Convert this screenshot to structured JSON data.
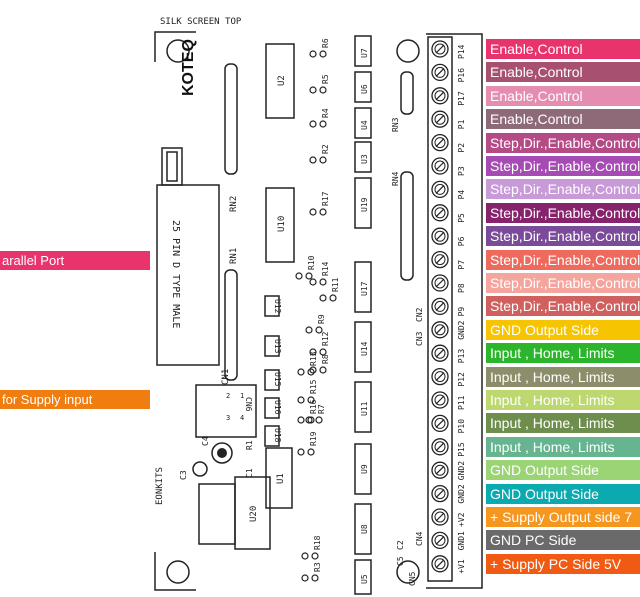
{
  "header": "SILK SCREEN TOP",
  "brand": "KOTEQ",
  "maker": "EONKITS",
  "connector_label": "25 PIN D TYPE MALE",
  "parts": {
    "u2": "U2",
    "u7": "U7",
    "u6": "U6",
    "u4": "U4",
    "u3": "U3",
    "u19": "U19",
    "u17": "U17",
    "u14": "U14",
    "u11": "U11",
    "u9": "U9",
    "u8": "U8",
    "u5": "U5",
    "u10": "U10",
    "u1": "U1",
    "u20": "U20",
    "u12": "U12",
    "u13": "U13",
    "u15": "U15",
    "u16": "U16",
    "u18": "U18",
    "r6": "R6",
    "r5": "R5",
    "r4": "R4",
    "r2": "R2",
    "r17": "R17",
    "r14": "R14",
    "r12": "R12",
    "r13": "R13",
    "r15": "R15",
    "r16": "R16",
    "r19": "R19",
    "r10": "R10",
    "r11": "R11",
    "r9": "R9",
    "r8": "R8",
    "r7": "R7",
    "r1": "R1",
    "r18": "R18",
    "r3": "R3",
    "rn1": "RN1",
    "rn2": "RN2",
    "rn3": "RN3",
    "rn4": "RN4",
    "cn1": "CN1",
    "cn2": "CN2",
    "cn3": "CN3",
    "cn4": "CN4",
    "cn5": "CN5",
    "cn6": "CN6",
    "c1": "C1",
    "c2": "C2",
    "c3": "C3",
    "c4": "C4",
    "c5": "C5"
  },
  "cn6_pins": [
    "2",
    "1",
    "3",
    "4"
  ],
  "pin_labels": [
    "P14",
    "P16",
    "P17",
    "P1",
    "P2",
    "P3",
    "P4",
    "P5",
    "P6",
    "P7",
    "P8",
    "P9",
    "GND2",
    "P13",
    "P12",
    "P11",
    "P10",
    "P15",
    "GND2",
    "GND2",
    "+V2",
    "GND1",
    "+V1"
  ],
  "pin_groups": [
    {
      "labels": [
        "P14"
      ],
      "row": 0
    },
    {
      "labels": [
        "P16"
      ],
      "row": 1
    },
    {
      "labels": [
        "P17"
      ],
      "row": 2
    },
    {
      "labels": [
        "P1"
      ],
      "row": 3
    },
    {
      "labels": [
        "P2"
      ],
      "row": 4
    },
    {
      "labels": [
        "P3"
      ],
      "row": 5
    },
    {
      "labels": [
        "P4"
      ],
      "row": 6
    },
    {
      "labels": [
        "P5"
      ],
      "row": 7
    },
    {
      "labels": [
        "P6"
      ],
      "row": 8
    },
    {
      "labels": [
        "P7"
      ],
      "row": 9
    },
    {
      "labels": [
        "P8"
      ],
      "row": 10
    },
    {
      "labels": [
        "P9"
      ],
      "row": 11
    },
    {
      "labels": [
        "GND2"
      ],
      "row": 12
    },
    {
      "labels": [
        "P13"
      ],
      "row": 13
    },
    {
      "labels": [
        "P12"
      ],
      "row": 14
    },
    {
      "labels": [
        "P11"
      ],
      "row": 15
    },
    {
      "labels": [
        "P10"
      ],
      "row": 16
    },
    {
      "labels": [
        "P15"
      ],
      "row": 17
    },
    {
      "labels": [
        "GND2"
      ],
      "row": 18
    },
    {
      "labels": [
        "GND2",
        "+V2"
      ],
      "row": 19
    },
    {
      "labels": [
        "GND1"
      ],
      "row": 20
    },
    {
      "labels": [
        "+V1"
      ],
      "row": 21
    }
  ],
  "side_labels": [
    {
      "text": "arallel Port",
      "color": "#e8336d"
    },
    {
      "text": "for Supply input",
      "color": "#f07d10"
    }
  ],
  "terminal_labels": [
    {
      "text": "Enable,Control",
      "bg": "#e8336d",
      "fg": "#ffffff"
    },
    {
      "text": "Enable,Control",
      "bg": "#a8506f",
      "fg": "#ffffff"
    },
    {
      "text": "Enable,Control",
      "bg": "#e58db0",
      "fg": "#ffffff"
    },
    {
      "text": "Enable,Control",
      "bg": "#8e6a78",
      "fg": "#ffffff"
    },
    {
      "text": "Step,Dir.,Enable,Control",
      "bg": "#b54b86",
      "fg": "#ffffff"
    },
    {
      "text": "Step,Dir.,Enable,Control",
      "bg": "#a64bb4",
      "fg": "#ffffff"
    },
    {
      "text": "Step,Dir.,Enable,Control",
      "bg": "#c89ad8",
      "fg": "#ffffff"
    },
    {
      "text": "Step,Dir.,Enable,Control",
      "bg": "#86236c",
      "fg": "#ffffff"
    },
    {
      "text": "Step,Dir.,Enable,Control",
      "bg": "#7b4a98",
      "fg": "#ffffff"
    },
    {
      "text": "Step,Dir.,Enable,Control",
      "bg": "#ee6a5c",
      "fg": "#ffffff"
    },
    {
      "text": "Step,Dir.,Enable,Control",
      "bg": "#f3a59e",
      "fg": "#ffffff"
    },
    {
      "text": "Step,Dir.,Enable,Control",
      "bg": "#d0605e",
      "fg": "#ffffff"
    },
    {
      "text": "GND Output Side",
      "bg": "#f6c400",
      "fg": "#ffffff"
    },
    {
      "text": "Input , Home, Limits",
      "bg": "#2bb52d",
      "fg": "#ffffff"
    },
    {
      "text": "Input , Home, Limits",
      "bg": "#8c8d6a",
      "fg": "#ffffff"
    },
    {
      "text": "Input , Home, Limits",
      "bg": "#bcd86e",
      "fg": "#ffffff"
    },
    {
      "text": "Input , Home, Limits",
      "bg": "#6e8e4e",
      "fg": "#ffffff"
    },
    {
      "text": "Input , Home, Limits",
      "bg": "#66b590",
      "fg": "#ffffff"
    },
    {
      "text": "GND Output Side",
      "bg": "#9ad474",
      "fg": "#ffffff"
    },
    {
      "text": "GND Output Side",
      "bg": "#0aaab0",
      "fg": "#ffffff"
    },
    {
      "text": "+ Supply Output side 7",
      "bg": "#f5961f",
      "fg": "#ffffff"
    },
    {
      "text": "GND PC Side",
      "bg": "#6a6a6a",
      "fg": "#ffffff"
    },
    {
      "text": "+ Supply PC Side 5V",
      "bg": "#f05a12",
      "fg": "#ffffff"
    }
  ]
}
